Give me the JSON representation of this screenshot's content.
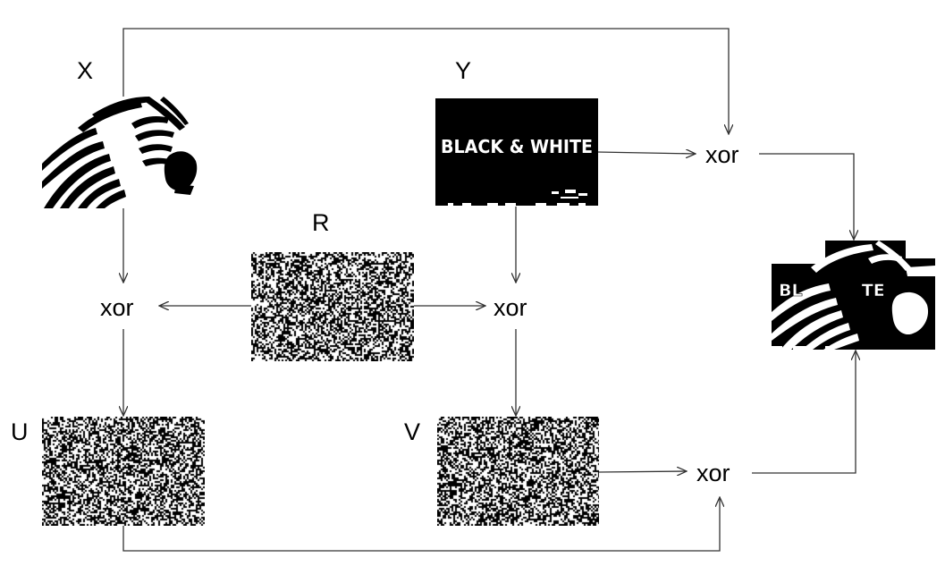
{
  "labels": {
    "x": "X",
    "y": "Y",
    "r": "R",
    "u": "U",
    "v": "V"
  },
  "operator": "xor",
  "y_image_text": "BLACK & WHITE",
  "result_image_text": "BL          TE",
  "colors": {
    "ink": "#000000",
    "paper": "#ffffff",
    "line": "#333333"
  }
}
